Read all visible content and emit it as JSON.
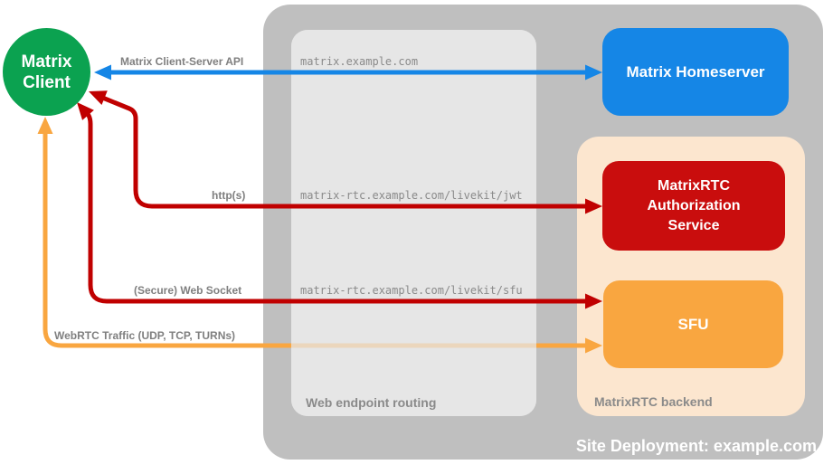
{
  "groups": {
    "site": {
      "label": "Site Deployment: example.com",
      "color": "#bfbfbf"
    },
    "routing": {
      "label": "Web endpoint routing",
      "color": "#e6e6e6"
    },
    "backend": {
      "label": "MatrixRTC backend",
      "color": "#fce6cf"
    }
  },
  "nodes": {
    "client": {
      "label": "Matrix\nClient",
      "color": "#0ba250"
    },
    "homeserver": {
      "label": "Matrix Homeserver",
      "color": "#1586e6"
    },
    "auth_service": {
      "label": "MatrixRTC\nAuthorization\nService",
      "color": "#c90d0d"
    },
    "sfu": {
      "label": "SFU",
      "color": "#f9a640"
    }
  },
  "routes": {
    "homeserver": "matrix.example.com",
    "jwt": "matrix-rtc.example.com/livekit/jwt",
    "sfu": "matrix-rtc.example.com/livekit/sfu"
  },
  "connections": {
    "cs_api": {
      "label": "Matrix Client-Server API",
      "color": "#1586e6"
    },
    "https": {
      "label": "http(s)",
      "color": "#c00000"
    },
    "websocket": {
      "label": "(Secure) Web Socket",
      "color": "#c00000"
    },
    "webrtc": {
      "label": "WebRTC Traffic (UDP, TCP, TURNs)",
      "color": "#f9a640"
    }
  }
}
